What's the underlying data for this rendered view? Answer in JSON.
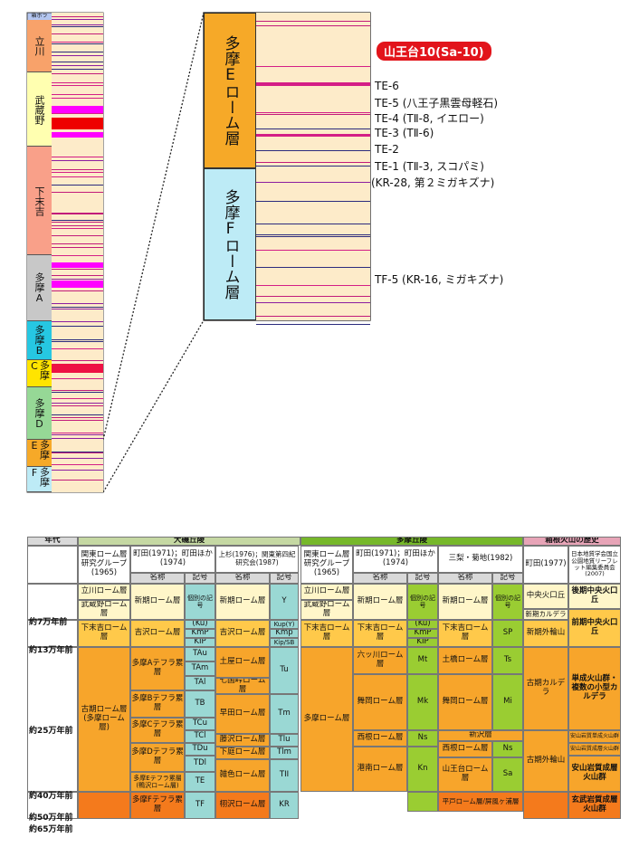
{
  "column_overview": {
    "top_label": "箱ボラ",
    "units": [
      "立川",
      "武蔵野",
      "下末吉",
      "多摩A",
      "多摩B",
      "多摩C",
      "多摩D",
      "多摩E",
      "多摩F"
    ]
  },
  "column_detail": {
    "units": [
      "多摩Eローム層",
      "多摩Fローム層"
    ],
    "highlight": "山王台10(Sa-10)",
    "tephra": [
      "TE-6",
      "TE-5 (八王子黒雲母軽石)",
      "TE-4 (TⅡ-8, イエロー)",
      "TE-3 (TⅡ-6)",
      "TE-2",
      "TE-1 (TⅡ-3, スコパミ)",
      "(KR-28, 第２ミガキズナ)",
      "TF-5 (KR-16, ミガキズナ)"
    ]
  },
  "table": {
    "col_headers": {
      "age": "年代",
      "oiso": "大磯丘陵",
      "tama": "多摩丘陵",
      "hakone": "箱根火山の歴史"
    },
    "sub_headers": {
      "kanto_group": "関東ローム層研究グループ(1965)",
      "machida_1971": "町田(1971)；町田ほか(1974)",
      "uesugi": "上杉(1976)；関東第四紀研究会(1987)",
      "kanto_group2": "関東ローム層研究グループ(1965)",
      "machida_1971b": "町田(1971)；町田ほか(1974)",
      "sanri": "三梨・菊地(1982)",
      "machida_1977": "町田(1977)",
      "geo_society": "日本地質学会国立公園地質リーフレット編集委員会(2007)",
      "name": "名称",
      "symbol": "記号"
    },
    "ages": [
      "約7万年前",
      "約13万年前",
      "約25万年前",
      "約40万年前",
      "約50万年前",
      "約65万年前"
    ],
    "cells": {
      "tachikawa": "立川ローム層",
      "musashino": "武蔵野ローム層",
      "shimosueyoshi": "下末吉ローム層",
      "kodai": "古期ローム層(多摩ローム層)",
      "tama_a": "多摩Aテフラ累層",
      "tama_b": "多摩Bテフラ累層",
      "tama_c": "多摩Cテフラ累層",
      "tama_d": "多摩Dテフラ累層",
      "tama_e": "多摩Eテフラ累層(鴨沢ローム層)",
      "tama_f": "多摩Fテフラ累層",
      "shinki": "新期ローム層",
      "kobetsu": "個別の記号",
      "kichisawa": "吉沢ローム層",
      "ku": "(Ku)",
      "kmp": "KmP",
      "kip": "KIP",
      "tau": "TAu",
      "tam": "TAm",
      "tal": "TAl",
      "tb": "TB",
      "tcu": "TCu",
      "tcl": "TCl",
      "tdu": "TDu",
      "tdl": "TDl",
      "te": "TE",
      "tf": "TF",
      "u_shinki": "新期ローム層",
      "u_y": "Y",
      "u_kichisawa": "吉沢ローム層",
      "u_kup": "Kup(Y)",
      "u_kmp": "Kmp",
      "u_kipsb": "Kip/SB",
      "u_tsuchiya": "土屋ローム層",
      "u_tu": "Tu",
      "u_nanakuni": "七国峠ローム層",
      "u_hayada": "早田ローム層",
      "u_tm": "Tm",
      "u_fujisawa": "藤沢ローム層",
      "u_tlu": "Tlu",
      "u_shimoniwa": "下庭ローム層",
      "u_tlm": "Tlm",
      "u_zoushiki": "雑色ローム層",
      "u_tll": "TII",
      "u_hyohara": "栩沢ローム層",
      "u_kr": "KR",
      "t_tachikawa": "立川ローム層",
      "t_musashino": "武蔵野ローム層",
      "t_shimosueyoshi": "下末吉ローム層",
      "t_tama": "多摩ローム層",
      "m_shinki": "新期ローム層",
      "m_kobetsu": "個別の記号",
      "m_shimosueyoshi": "下末吉ローム層",
      "m_ku": "(Ku)",
      "m_kmp": "KmP",
      "m_kip": "KIP",
      "m_mutsukawa": "六ッ川ローム層",
      "m_mt": "Mt",
      "m_maioka": "舞岡ローム層",
      "m_mk": "Mk",
      "m_nishine": "西根ローム層",
      "m_ns": "Ns",
      "m_konan": "港南ローム層",
      "m_kn": "Kn",
      "s_shinki": "新期ローム層",
      "s_kobetsu": "個別の記号",
      "s_shimosueyoshi": "下末吉ローム層",
      "s_sp": "SP",
      "s_tsuchihashi": "土橋ローム層",
      "s_ts": "Ts",
      "s_maioka": "舞岡ローム層",
      "s_mi": "Mi",
      "s_shinsawa": "新沢層",
      "s_nishine": "西根ローム層",
      "s_ns": "Ns",
      "s_sannoudai": "山王台ローム層",
      "s_sa": "Sa",
      "s_hirado": "平戸ローム層/屏風ヶ浦層",
      "h_chuo": "中央火口丘",
      "h_shinki_caldera": "新期カルデラ",
      "h_shinki_gairin": "新期外輪山",
      "h_koki_caldera": "古期カルデラ",
      "h_koki_gairin": "古期外輪山",
      "g_koki": "後期中央火口丘",
      "g_zenki": "前期中央火口丘",
      "g_tansei": "単成火山群・複数の小型カルデラ",
      "g_anzan1": "安山岩質単成火山群",
      "g_anzan2": "安山岩質成層火山群",
      "g_anzan3": "安山岩質成層火山群",
      "g_genbu": "玄武岩質成層火山群"
    }
  }
}
